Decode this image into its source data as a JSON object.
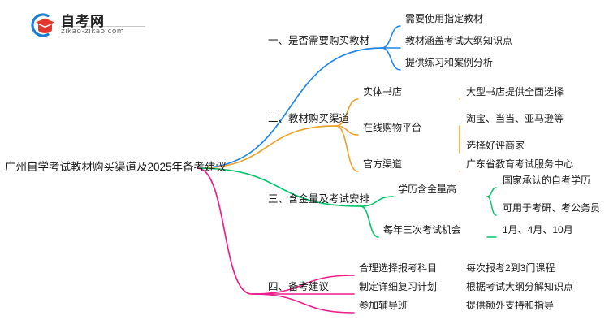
{
  "logo": {
    "brand_name": "自考网",
    "url_text": "zikao-zikao.com",
    "mark_icon": "graduation-cap-logo-icon",
    "arc_color": "#1a7fd4",
    "cap_color": "#e0372e"
  },
  "mindmap": {
    "root": {
      "label": "广州自学考试教材购买渠道及2025年备考建议"
    },
    "branches": [
      {
        "label": "一、是否需要购买教材",
        "color": "#1f86e8",
        "children": [
          {
            "label": "需要使用指定教材",
            "children": []
          },
          {
            "label": "教材涵盖考试大纲知识点",
            "children": []
          },
          {
            "label": "提供练习和案例分析",
            "children": []
          }
        ]
      },
      {
        "label": "二、教材购买渠道",
        "color": "#eda32a",
        "children": [
          {
            "label": "实体书店",
            "children": [
              "大型书店提供全面选择"
            ]
          },
          {
            "label": "在线购物平台",
            "children": [
              "淘宝、当当、亚马逊等",
              "选择好评商家"
            ]
          },
          {
            "label": "官方渠道",
            "children": [
              "广东省教育考试服务中心"
            ]
          }
        ]
      },
      {
        "label": "三、含金量及考试安排",
        "color": "#05c46b",
        "children": [
          {
            "label": "学历含金量高",
            "children": [
              "国家承认的自考学历",
              "可用于考研、考公务员"
            ]
          },
          {
            "label": "每年三次考试机会",
            "children": [
              "1月、4月、10月"
            ]
          }
        ]
      },
      {
        "label": "四、备考建议",
        "color": "#ee1d8c",
        "children": [
          {
            "label": "合理选择报考科目",
            "children": [
              "每次报考2到3门课程"
            ]
          },
          {
            "label": "制定详细复习计划",
            "children": [
              "根据考试大纲分解知识点"
            ]
          },
          {
            "label": "参加辅导班",
            "children": [
              "提供额外支持和指导"
            ]
          }
        ]
      }
    ]
  }
}
